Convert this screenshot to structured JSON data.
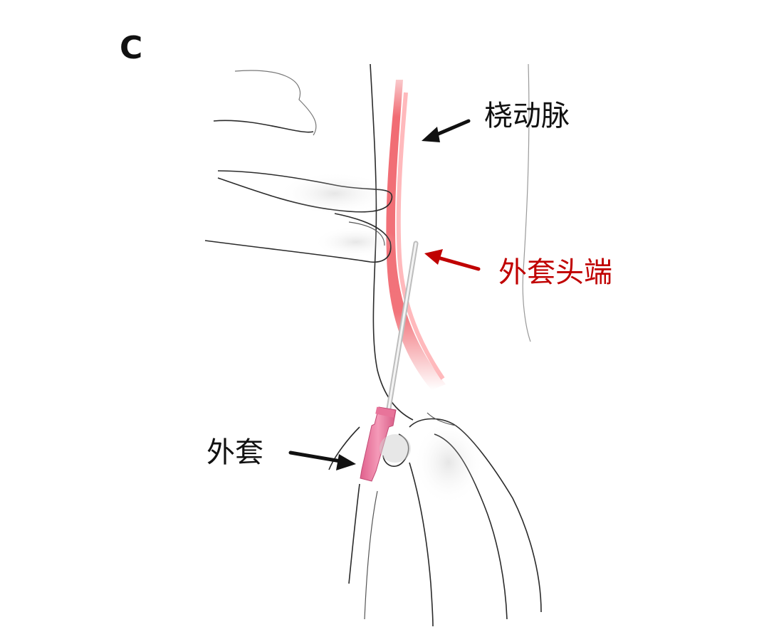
{
  "figure": {
    "panel_letter": "C",
    "labels": {
      "radial_artery": "桡动脉",
      "sheath_tip": "外套头端",
      "sheath": "外套"
    }
  },
  "colors": {
    "artery": "#f0646c",
    "sheath_hub": "#e8749a",
    "tip_label": "#c00000",
    "arrow_black": "#111111",
    "arrow_red": "#c00000",
    "outline": "#2b2b2b"
  }
}
